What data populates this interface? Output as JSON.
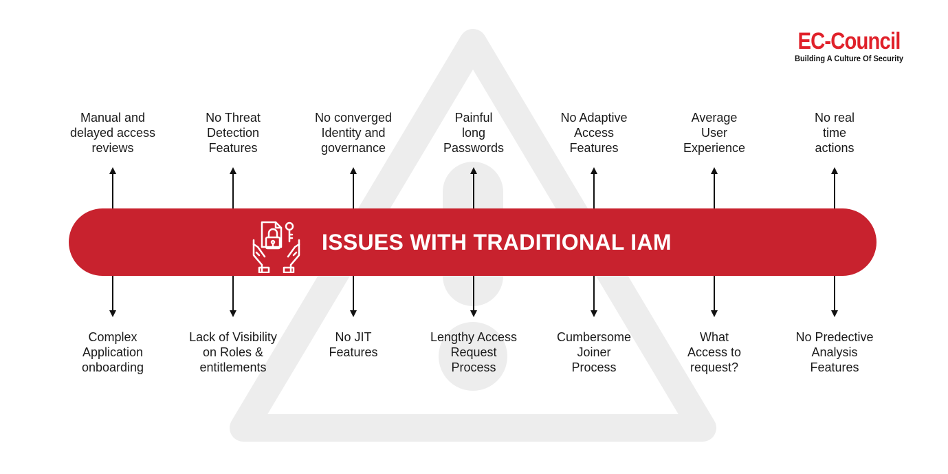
{
  "logo": {
    "name": "EC-Council",
    "tagline": "Building A Culture Of Security"
  },
  "banner": {
    "title": "ISSUES WITH TRADITIONAL IAM",
    "icon": "hands-lock-key-icon"
  },
  "issues_top": [
    "Manual and\ndelayed access\nreviews",
    "No Threat\nDetection\nFeatures",
    "No converged\nIdentity and\ngovernance",
    "Painful\nlong\nPasswords",
    "No Adaptive\nAccess\nFeatures",
    "Average\nUser\nExperience",
    "No real\ntime\nactions"
  ],
  "issues_bottom": [
    "Complex\nApplication\nonboarding",
    "Lack of Visibility\non Roles &\nentitlements",
    "No JIT\nFeatures",
    "Lengthy Access\nRequest\nProcess",
    "Cumbersome\nJoiner\nProcess",
    "What\nAccess to\nrequest?",
    "No Predective\nAnalysis\nFeatures"
  ],
  "colors": {
    "brand_red": "#e0212a",
    "banner_red": "#c8222e",
    "watermark": "#ececec"
  }
}
